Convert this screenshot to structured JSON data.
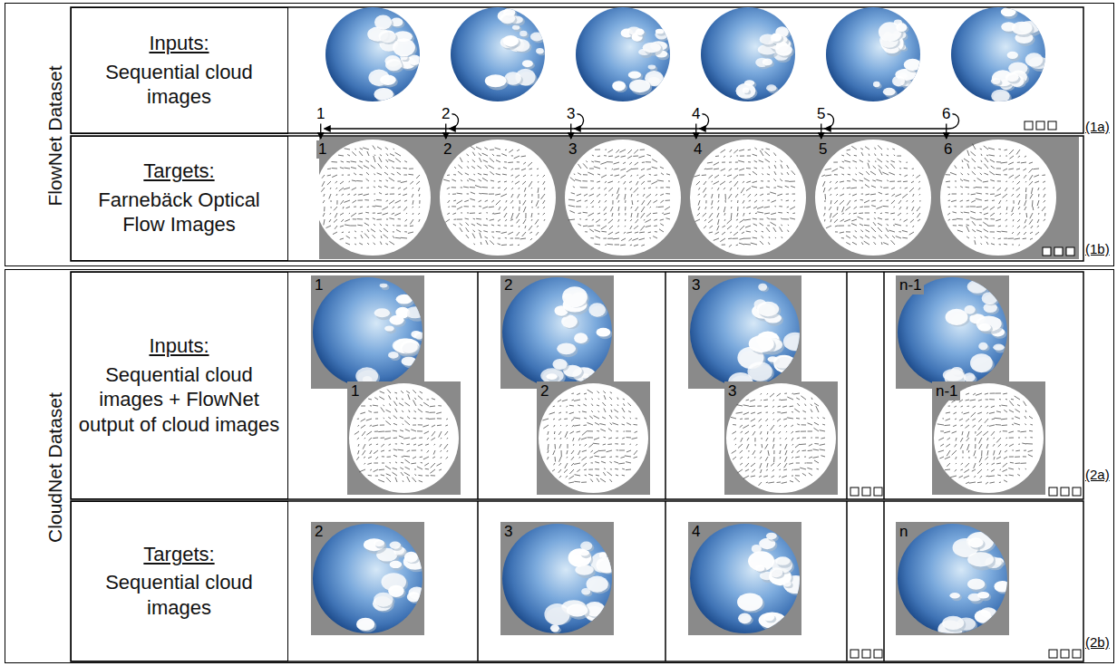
{
  "diagram": {
    "nodes": [
      {
        "text": [
          "FlowNet Dataset"
        ]
      },
      {
        "text": [
          "Inputs:",
          "Sequential cloud images"
        ],
        "in": 0
      },
      {
        "text": [
          "Targets:",
          "Farnebäck Optical Flow Images"
        ],
        "in": 0
      },
      {
        "text": [
          "CloudNet Dataset"
        ]
      },
      {
        "text": [
          "Inputs:",
          "Sequential cloud images + FlowNet output of cloud images"
        ],
        "in": 3
      },
      {
        "text": [
          "Targets:",
          "Sequential cloud images"
        ],
        "in": 3
      }
    ],
    "labels": [
      "1",
      "2",
      "3",
      "4",
      "5",
      "6",
      "1",
      "2",
      "3",
      "4",
      "5",
      "6",
      "(1a)",
      "(1b)",
      "1",
      "2",
      "3",
      "n-1",
      "1",
      "2",
      "3",
      "n-1",
      "(2a)",
      "2",
      "3",
      "4",
      "n",
      "(2b)"
    ]
  }
}
